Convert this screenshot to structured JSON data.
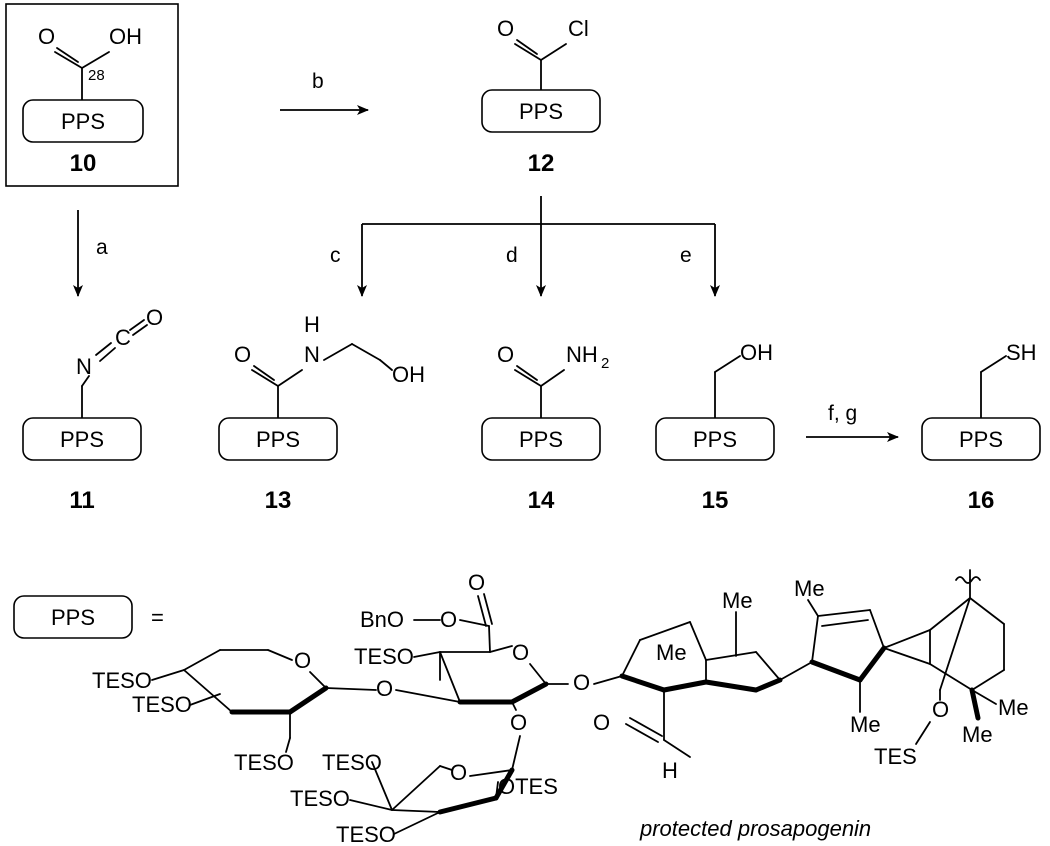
{
  "pps_label": "PPS",
  "compounds": {
    "c10": {
      "number": "10",
      "top_left": "O",
      "top_right": "OH",
      "position": "28"
    },
    "c11": {
      "number": "11",
      "n": "N",
      "c": "C",
      "o": "O"
    },
    "c12": {
      "number": "12",
      "o": "O",
      "cl": "Cl"
    },
    "c13": {
      "number": "13",
      "o": "O",
      "h": "H",
      "n": "N",
      "oh": "OH"
    },
    "c14": {
      "number": "14",
      "o": "O",
      "nh2": "NH",
      "nh2_sub": "2"
    },
    "c15": {
      "number": "15",
      "oh": "OH"
    },
    "c16": {
      "number": "16",
      "sh": "SH"
    }
  },
  "steps": {
    "a": "a",
    "b": "b",
    "c": "c",
    "d": "d",
    "e": "e",
    "fg": "f, g"
  },
  "definition": {
    "equals": "=",
    "caption": "protected prosapogenin",
    "labels": {
      "bno": "BnO",
      "o_carbonyl": "O",
      "tes1": "TESO",
      "tes2": "TESO",
      "tes3": "TESO",
      "tes4": "TESO",
      "tes5": "TESO",
      "tes6": "TESO",
      "tes7": "TESO",
      "otes": "OTES",
      "tes_bottom": "TES",
      "o_ring1": "O",
      "o_link1": "O",
      "o_ring2": "O",
      "o_link2": "O",
      "o_link3": "O",
      "o_ring3": "O",
      "o_link4": "O",
      "o_ring4": "O",
      "o_ald": "O",
      "h_ald": "H",
      "o_tes": "O",
      "me1": "Me",
      "me2": "Me",
      "me3": "Me",
      "me4": "Me",
      "me5": "Me",
      "me6": "Me"
    }
  }
}
